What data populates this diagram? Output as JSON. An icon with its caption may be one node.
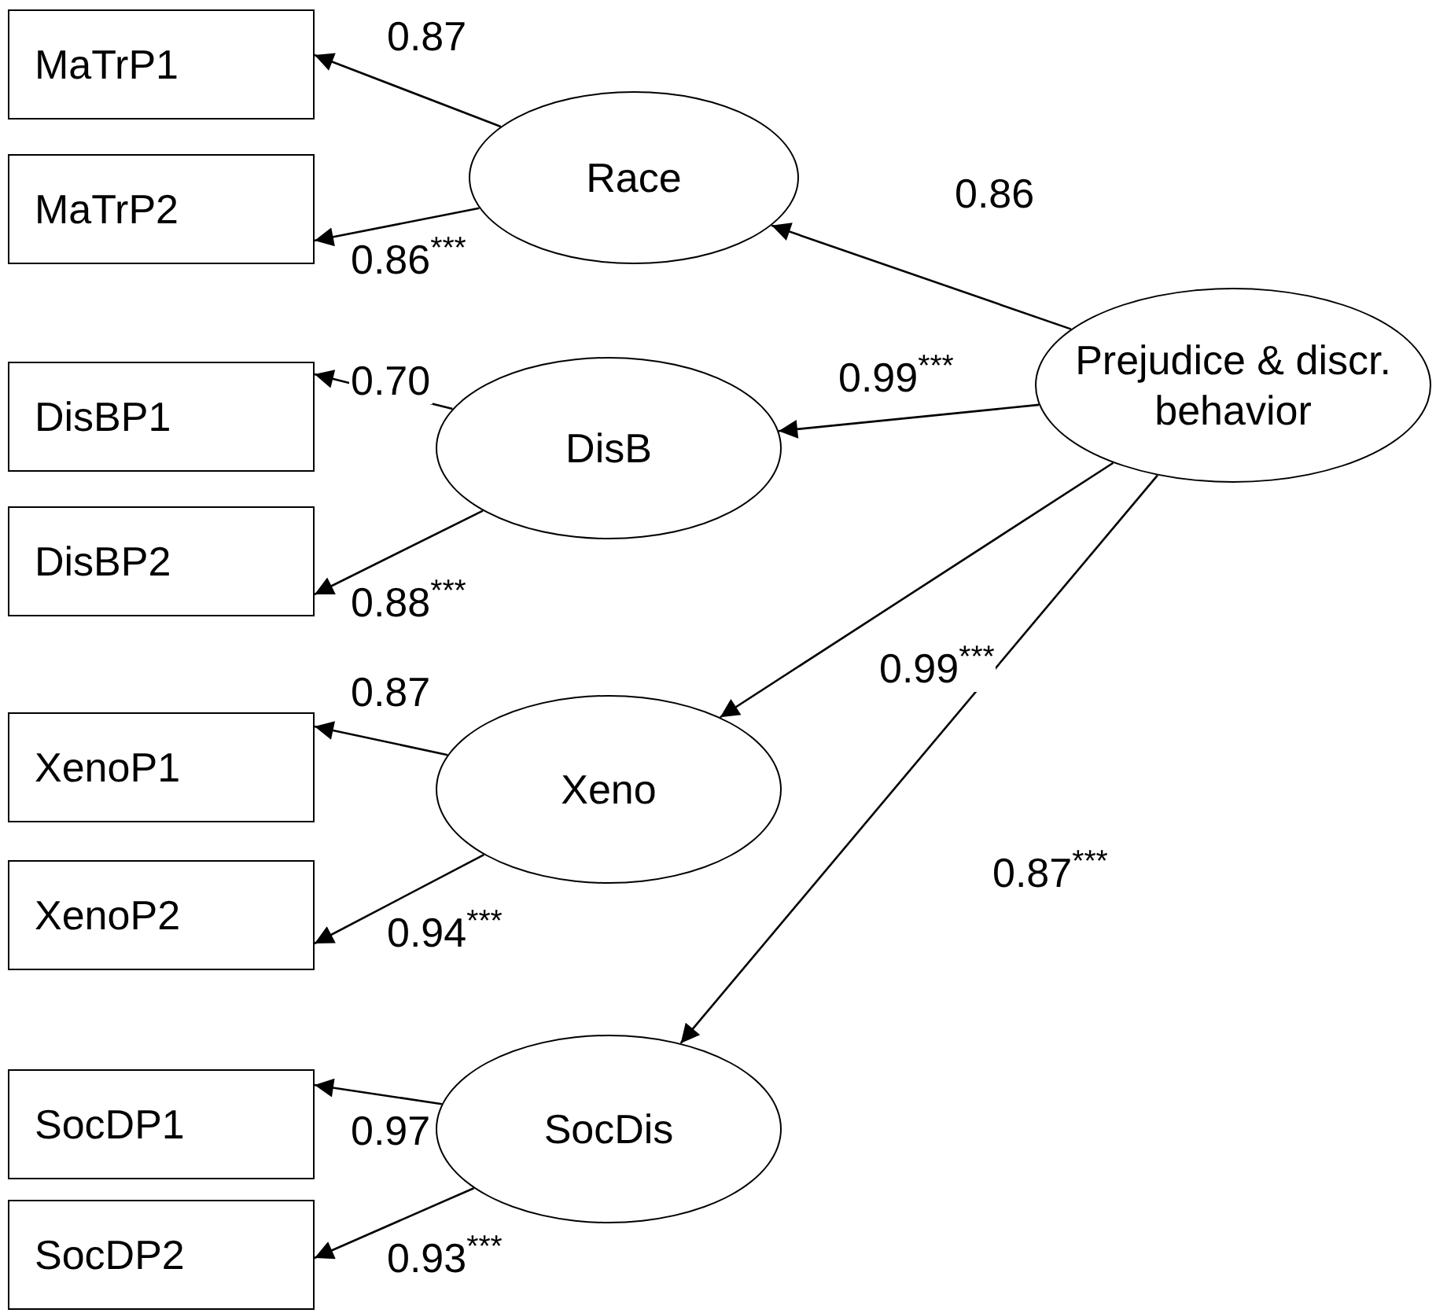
{
  "diagram": {
    "nodes": [
      {
        "text": [
          "MaTrP1"
        ]
      },
      {
        "text": [
          "MaTrP2"
        ]
      },
      {
        "text": [
          "Race"
        ]
      },
      {
        "text": [
          "DisBP1"
        ]
      },
      {
        "text": [
          "DisBP2"
        ]
      },
      {
        "text": [
          "DisB"
        ]
      },
      {
        "text": [
          "Prejudice & discr. behavior"
        ]
      },
      {
        "text": [
          "XenoP1"
        ]
      },
      {
        "text": [
          "XenoP2"
        ]
      },
      {
        "text": [
          "Xeno"
        ]
      },
      {
        "text": [
          "SocDP1"
        ]
      },
      {
        "text": [
          "SocDP2"
        ]
      },
      {
        "text": [
          "SocDis"
        ]
      }
    ],
    "edges": [
      {
        "from": 2,
        "to": 0,
        "arrow": "to",
        "label": "0.87"
      },
      {
        "from": 2,
        "to": 1,
        "arrow": "to",
        "label": "0.86$^{***}$"
      },
      {
        "from": 6,
        "to": 2,
        "arrow": "to",
        "label": "0.86"
      },
      {
        "from": 5,
        "to": 3,
        "arrow": "to",
        "label": "0.70"
      },
      {
        "from": 6,
        "to": 5,
        "arrow": "to",
        "label": "0.99$^{***}$"
      },
      {
        "from": 5,
        "to": 4,
        "arrow": "to",
        "label": "0.88$^{***}$"
      },
      {
        "from": 6,
        "to": 9,
        "arrow": "to",
        "label": "0.99$^{***}$"
      },
      {
        "from": 9,
        "to": 7,
        "arrow": "to",
        "label": "0.87"
      },
      {
        "from": 6,
        "to": 12,
        "arrow": "to",
        "label": "0.87$^{***}$"
      },
      {
        "from": 9,
        "to": 8,
        "arrow": "to",
        "label": "0.94$^{***}$"
      },
      {
        "from": 12,
        "to": 10,
        "arrow": "to",
        "label": "0.97"
      },
      {
        "from": 12,
        "to": 11,
        "arrow": "to",
        "label": "0.93$^{***}$"
      }
    ]
  }
}
